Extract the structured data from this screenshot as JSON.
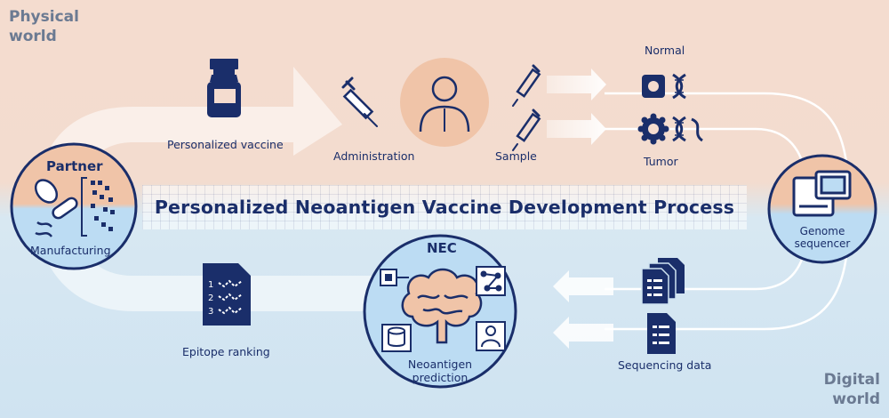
{
  "corners": {
    "physical_world": "Physical\nworld",
    "digital_world": "Digital\nworld"
  },
  "title": "Personalized Neoantigen Vaccine Development Process",
  "nodes": {
    "partner": {
      "title": "Partner",
      "label": "Manufacturing"
    },
    "personalized_vaccine": {
      "label": "Personalized vaccine"
    },
    "administration": {
      "label": "Administration"
    },
    "sample": {
      "label": "Sample"
    },
    "normal": {
      "label": "Normal"
    },
    "tumor": {
      "label": "Tumor"
    },
    "genome_sequencer": {
      "label": "Genome\nsequencer"
    },
    "sequencing_data": {
      "label": "Sequencing data"
    },
    "nec": {
      "title": "NEC",
      "label": "Neoantigen\nprediction"
    },
    "epitope_ranking": {
      "label": "Epitope ranking",
      "ranks": [
        "1",
        "2",
        "3"
      ]
    }
  },
  "colors": {
    "navy": "#1a2e6a",
    "peach": "#f4dccf",
    "sky": "#cfe3f1",
    "circle_peach": "#f0c4a8",
    "circle_blue": "#bcdcf3",
    "track": "#ffffff"
  }
}
